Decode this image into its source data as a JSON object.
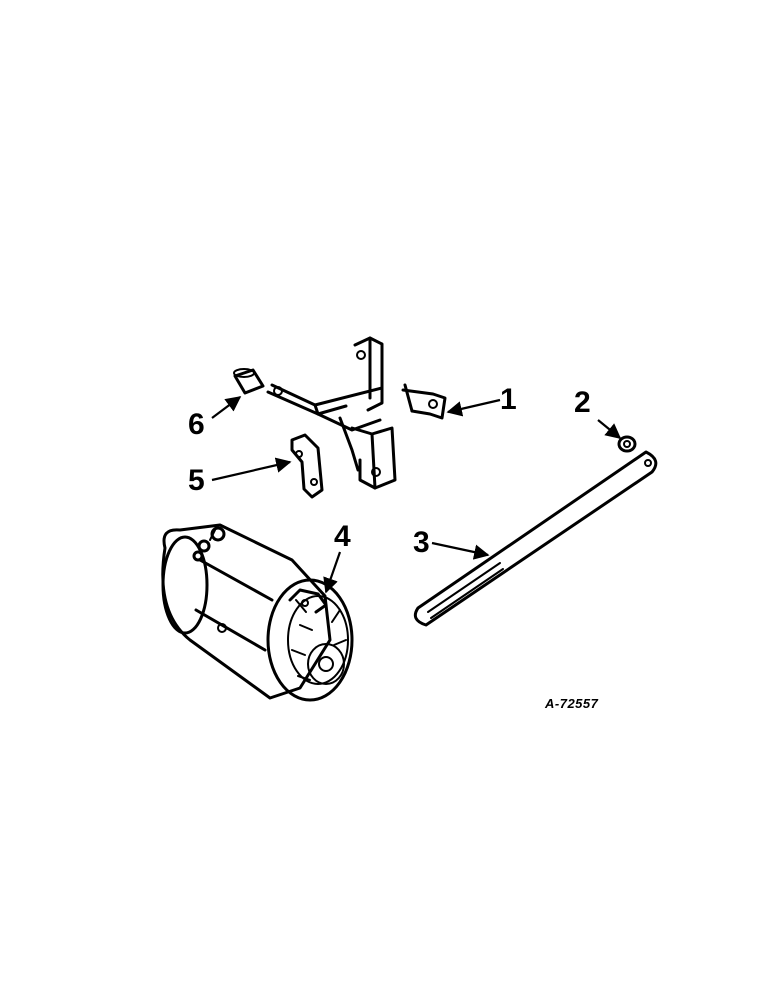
{
  "callouts": {
    "part_1": "1",
    "part_2": "2",
    "part_3": "3",
    "part_4": "4",
    "part_5": "5",
    "part_6": "6"
  },
  "drawing_id": "A-72557"
}
